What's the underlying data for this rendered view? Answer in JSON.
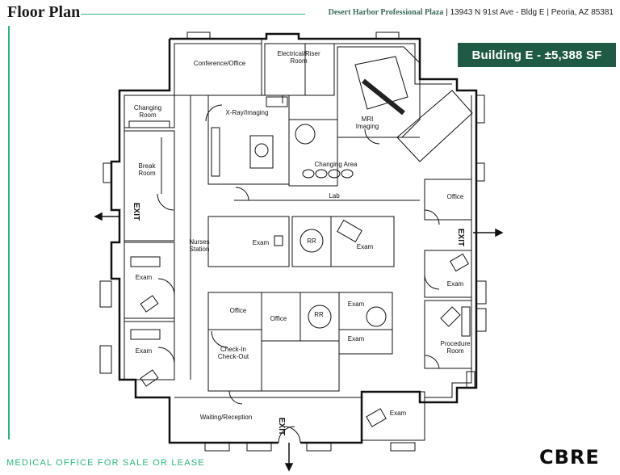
{
  "header": {
    "title": "Floor Plan",
    "property": "Desert Harbor Professional Plaza",
    "address": " | 13943 N 91st Ave - Bldg E | Peoria, AZ 85381"
  },
  "badge": "Building E - ±5,388 SF",
  "footer": {
    "tag": "MEDICAL OFFICE FOR SALE OR LEASE",
    "logo": "CBRE"
  },
  "rooms": {
    "conference": "Conference/Office",
    "electrical_1": "Electrical/Riser",
    "electrical_2": "Room",
    "changing_room_1": "Changing",
    "changing_room_2": "Room",
    "xray": "X-Ray/Imaging",
    "mri_1": "MRI",
    "mri_2": "Imaging",
    "break_1": "Break",
    "break_2": "Room",
    "changing_area": "Changing Area",
    "lab": "Lab",
    "office_right": "Office",
    "exam_center": "Exam",
    "rr_center": "RR",
    "exam_center_right": "Exam",
    "nurses_1": "Nurses",
    "nurses_2": "Station",
    "exam_left_top": "Exam",
    "exam_right_top": "Exam",
    "office_lower_1": "Office",
    "office_lower_2": "Office",
    "rr_lower": "RR",
    "exam_lower_a": "Exam",
    "exam_lower_b": "Exam",
    "exam_left_bottom": "Exam",
    "checkin_1": "Check-In",
    "checkin_2": "Check-Out",
    "procedure_1": "Procedure",
    "procedure_2": "Room",
    "waiting": "Waiting/Reception",
    "exam_bottom_right": "Exam"
  },
  "exits": {
    "left": "EXIT",
    "right": "EXIT",
    "bottom": "EXIT"
  }
}
